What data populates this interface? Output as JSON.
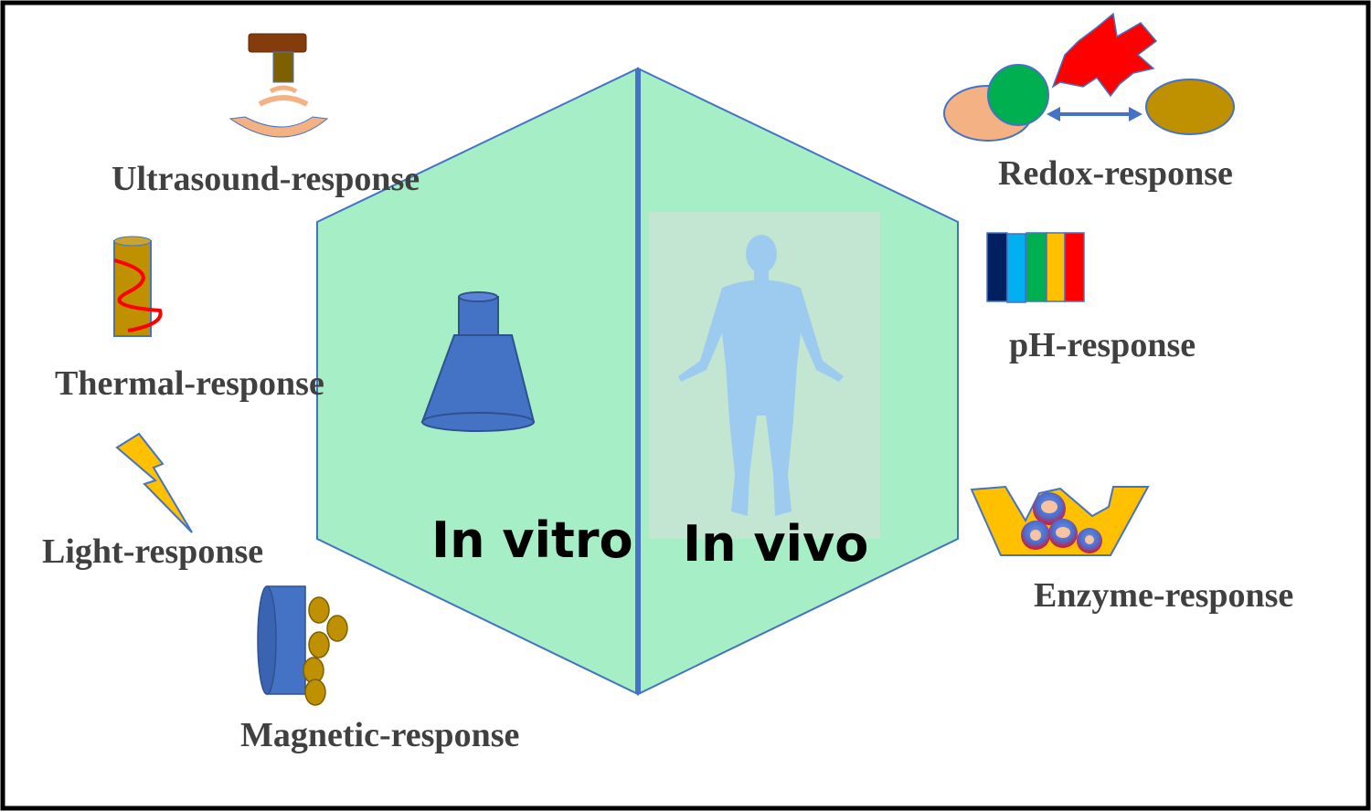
{
  "center": {
    "left_label": "In vitro",
    "right_label": "In vivo"
  },
  "responses": {
    "ultrasound": "Ultrasound-response",
    "thermal": "Thermal-response",
    "light": "Light-response",
    "magnetic": "Magnetic-response",
    "redox": "Redox-response",
    "ph": "pH-response",
    "enzyme": "Enzyme-response"
  },
  "colors": {
    "panel": "#a6eec6",
    "outline": "#4472c4",
    "label": "#404040",
    "ph_strip": [
      "#002060",
      "#00b0f0",
      "#00b050",
      "#ffc000",
      "#ff0000"
    ]
  }
}
